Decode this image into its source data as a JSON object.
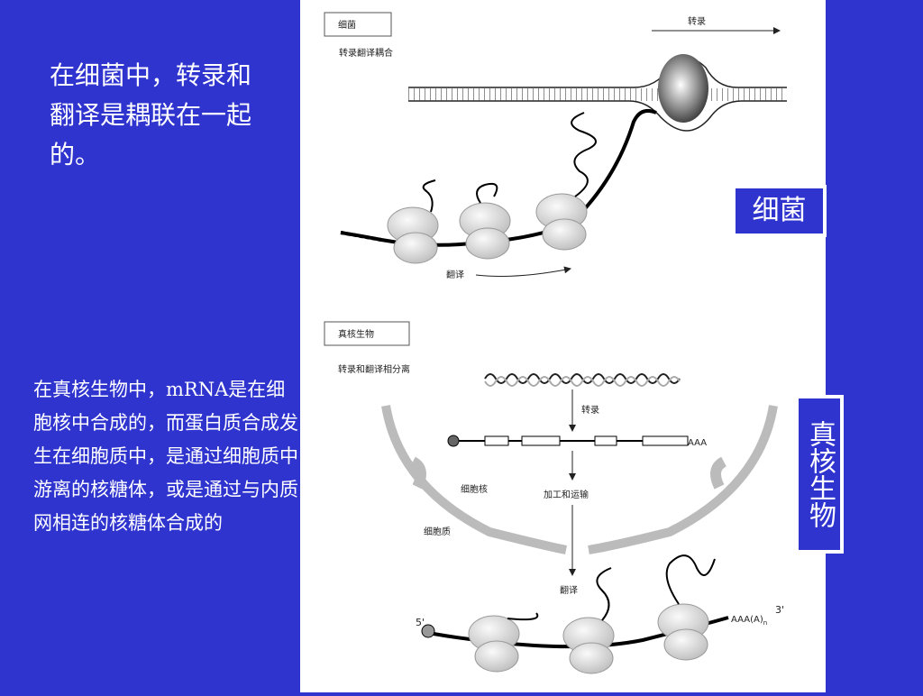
{
  "left_text": {
    "intro": "在细菌中，转录和翻译是耦联在一起的。",
    "eukaryote": "在真核生物中，mRNA是在细胞核中合成的，而蛋白质合成发生在细胞质中，是通过细胞质中游离的核糖体，或是通过与内质网相连的核糖体合成的"
  },
  "side_labels": {
    "bacteria": "细菌",
    "eukaryote": "真核生物"
  },
  "figure": {
    "bacteria": {
      "box_title": "细菌",
      "subtitle": "转录翻译耦合",
      "transcription_label": "转录",
      "translation_label": "翻译"
    },
    "eukaryote": {
      "box_title": "真核生物",
      "subtitle": "转录和翻译相分离",
      "transcription_label": "转录",
      "polyA": "AAA",
      "nucleus_label": "细胞核",
      "processing_label": "加工和运输",
      "cytoplasm_label": "细胞质",
      "translation_label": "翻译",
      "five_prime": "5'",
      "three_prime": "3'",
      "tail": "AAA(A)",
      "tail_sub": "n"
    }
  },
  "colors": {
    "background": "#2f34cf",
    "panel": "#ffffff",
    "text": "#ffffff"
  }
}
